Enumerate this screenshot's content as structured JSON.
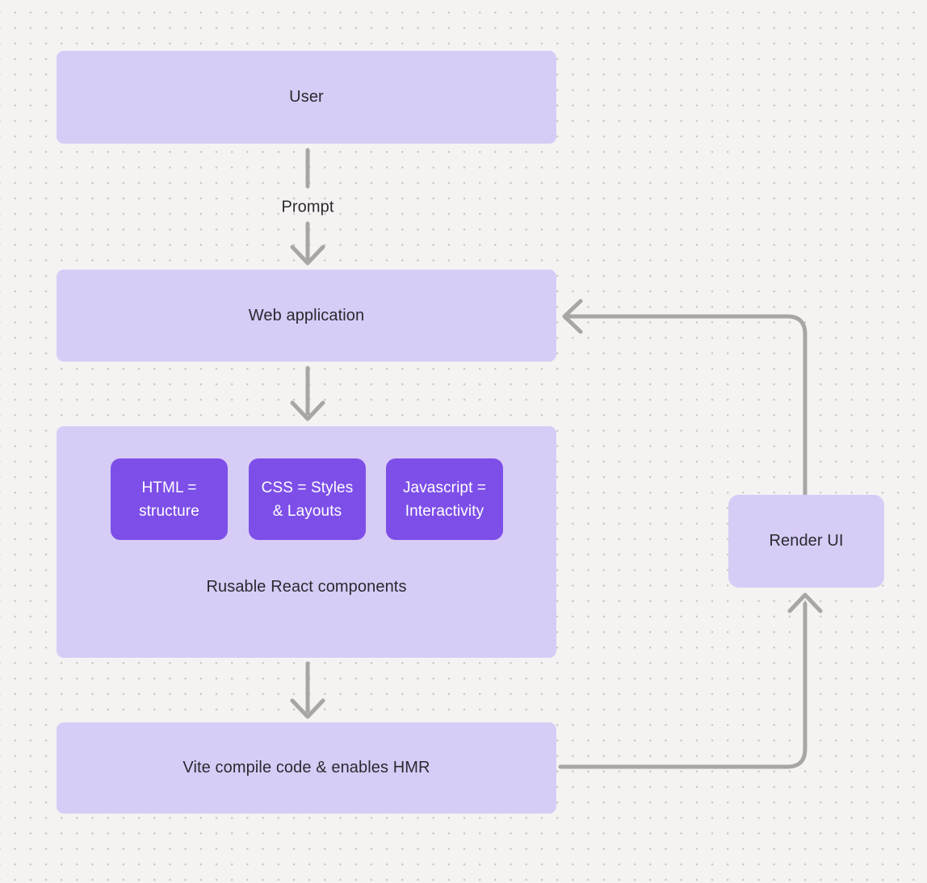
{
  "diagram": {
    "nodes": {
      "user": {
        "label": "User"
      },
      "web_application": {
        "label": "Web application"
      },
      "components": {
        "caption": "Rusable React components",
        "chips": [
          {
            "id": "html",
            "label": "HTML =\nstructure"
          },
          {
            "id": "css",
            "label": "CSS = Styles\n& Layouts"
          },
          {
            "id": "javascript",
            "label": "Javascript =\nInteractivity"
          }
        ]
      },
      "vite": {
        "label": "Vite compile code & enables HMR"
      },
      "render_ui": {
        "label": "Render UI"
      }
    },
    "edges": {
      "user_to_webapp": {
        "label": "Prompt"
      },
      "webapp_to_components": {
        "label": ""
      },
      "components_to_vite": {
        "label": ""
      },
      "vite_to_renderui": {
        "label": ""
      },
      "renderui_to_webapp": {
        "label": ""
      }
    },
    "colors": {
      "background": "#f4f3f2",
      "dot_grid": "#c9c7c5",
      "node_fill": "#d7ccf6",
      "chip_fill": "#7d4fe8",
      "chip_text": "#ffffff",
      "node_text": "#2b2930",
      "connector": "#a8a6a4"
    }
  }
}
